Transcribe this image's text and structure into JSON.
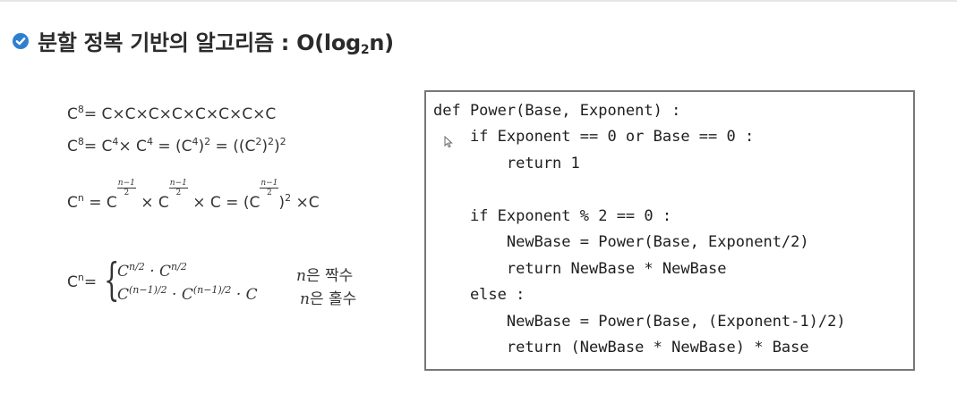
{
  "slide": {
    "title_main": "분할 정복 기반의 알고리즘 : O(log",
    "title_sub": "2",
    "title_end": "n)",
    "icon": "check-circle-icon",
    "accent_color": "#2f7fd1"
  },
  "math": {
    "line1_base": "C",
    "line1_exp": "8",
    "line1_rhs": "= C×C×C×C×C×C×C×C",
    "line2_base": "C",
    "line2_exp": "8",
    "line2_rhs_a": "= C",
    "line2_exp_a": "4",
    "line2_rhs_b": "× C",
    "line2_exp_b": "4",
    "line2_rhs_c": " = (C",
    "line2_exp_c": "4",
    "line2_rhs_d": ")",
    "line2_exp_d": "2",
    "line2_rhs_e": " = ((C",
    "line2_exp_e": "2",
    "line2_rhs_f": ")",
    "line2_exp_f": "2",
    "line2_rhs_g": ")",
    "line2_exp_g": "2",
    "line3_base": "C",
    "line3_exp": "n",
    "line3_eq": " = C",
    "frac_num": "n−1",
    "frac_den": "2",
    "line3_times1": " × C",
    "line3_times2": " × C = (C",
    "line3_close": ")",
    "line3_exp2": "2",
    "line3_end": " ×C",
    "cases_lhs_base": "C",
    "cases_lhs_exp": "n",
    "cases_eq": "=",
    "case1_a": "C",
    "case1_exp1": "n/2",
    "case1_dot": " · C",
    "case1_exp2": "n/2",
    "case1_cond_var": "n",
    "case1_cond_text": "은 짝수",
    "case2_a": "C",
    "case2_exp1": "(n−1)/2",
    "case2_dot": " · C",
    "case2_exp2": "(n−1)/2",
    "case2_tail": " · C",
    "case2_cond_var": "n",
    "case2_cond_text": "은 홀수"
  },
  "code": {
    "lines": [
      "def Power(Base, Exponent) :",
      "    if Exponent == 0 or Base == 0 :",
      "        return 1",
      "",
      "    if Exponent % 2 == 0 :",
      "        NewBase = Power(Base, Exponent/2)",
      "        return NewBase * NewBase",
      "    else :",
      "        NewBase = Power(Base, (Exponent-1)/2)",
      "        return (NewBase * NewBase) * Base"
    ]
  }
}
